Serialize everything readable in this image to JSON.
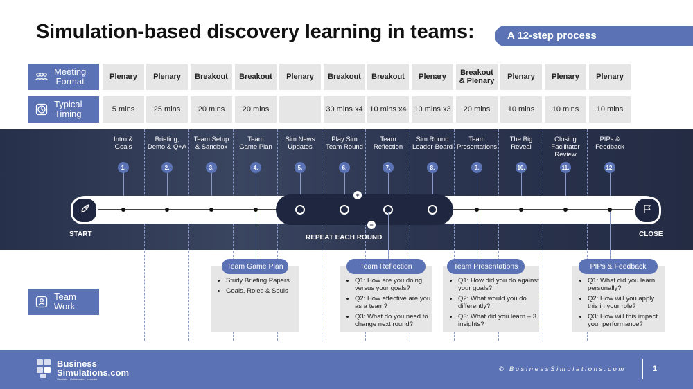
{
  "title": "Simulation-based discovery learning in teams:",
  "subtitle": "A 12-step process",
  "row_labels": {
    "meeting_format": "Meeting\nFormat",
    "typical_timing": "Typical\nTiming",
    "team_work": "Team\nWork"
  },
  "icons": {
    "meeting_format": "people-icon",
    "typical_timing": "clock-icon",
    "team_work": "team-icon",
    "start": "rocket-icon",
    "close": "flag-icon"
  },
  "columns": [
    {
      "format": "Plenary",
      "timing": "5 mins",
      "step": "1.",
      "label": "Intro &\nGoals"
    },
    {
      "format": "Plenary",
      "timing": "25 mins",
      "step": "2.",
      "label": "Briefing,\nDemo & Q+A"
    },
    {
      "format": "Breakout",
      "timing": "20 mins",
      "step": "3.",
      "label": "Team Setup\n& Sandbox"
    },
    {
      "format": "Breakout",
      "timing": "20 mins",
      "step": "4.",
      "label": "Team\nGame Plan"
    },
    {
      "format": "Plenary",
      "timing": "",
      "step": "5.",
      "label": "Sim News\nUpdates"
    },
    {
      "format": "Breakout",
      "timing": "30 mins x4",
      "step": "6.",
      "label": "Play Sim\nTeam Round"
    },
    {
      "format": "Breakout",
      "timing": "10 mins x4",
      "step": "7.",
      "label": "Team\nReflection"
    },
    {
      "format": "Plenary",
      "timing": "10 mins x3",
      "step": "8.",
      "label": "Sim Round\nLeader-Board"
    },
    {
      "format": "Breakout\n& Plenary",
      "timing": "20 mins",
      "step": "9.",
      "label": "Team\nPresentations"
    },
    {
      "format": "Plenary",
      "timing": "10 mins",
      "step": "10.",
      "label": "The Big\nReveal"
    },
    {
      "format": "Plenary",
      "timing": "10 mins",
      "step": "11.",
      "label": "Closing\nFacilitator\nReview"
    },
    {
      "format": "Plenary",
      "timing": "10 mins",
      "step": "12.",
      "label": "PIPs &\nFeedback"
    }
  ],
  "timeline": {
    "start_label": "START",
    "close_label": "CLOSE",
    "repeat_label": "REPEAT EACH ROUND"
  },
  "team_work_boxes": [
    {
      "title": "Team Game Plan",
      "items": [
        "Study Briefing Papers",
        "Goals, Roles & Souls"
      ]
    },
    {
      "title": "Team Reflection",
      "items": [
        "Q1: How are you doing versus your goals?",
        "Q2: How effective are you as a team?",
        "Q3: What do you need to change next round?"
      ]
    },
    {
      "title": "Team Presentations",
      "items": [
        "Q1: How did you do against your goals?",
        "Q2: What would you do differently?",
        "Q3: What did you learn – 3 insights?"
      ]
    },
    {
      "title": "PIPs & Feedback",
      "items": [
        "Q1: What did you learn personally?",
        "Q2: How will you apply this in your role?",
        "Q3: How will this impact your performance?"
      ]
    }
  ],
  "footer": {
    "logo_line1": "Business",
    "logo_line2": "Simulations.com",
    "logo_tagline": "Simulate · Collaborate · Innovate",
    "copyright": "© BusinessSimulations.com",
    "page_number": "1"
  },
  "colors": {
    "accent": "#5b72b5",
    "band": "#2c3550",
    "cell": "#e6e6e6"
  }
}
